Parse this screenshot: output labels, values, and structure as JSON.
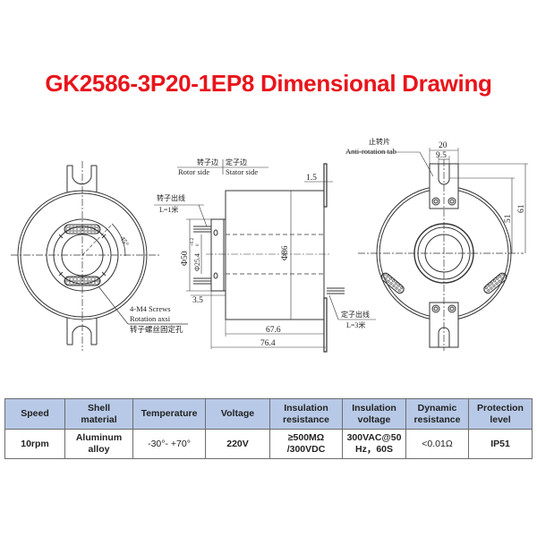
{
  "title": "GK2586-3P20-1EP8 Dimensional Drawing",
  "colors": {
    "title": "#e8141b",
    "table_header_bg": "#b7c9e6",
    "table_border": "#6d6d6d",
    "line": "#333333"
  },
  "drawing": {
    "left_view": {
      "angle_label": "45°",
      "screws_label_en": "4-M4 Screws",
      "rotation_label_en": "Rotation axsi",
      "screws_label_cn": "转子螺丝固定孔"
    },
    "side_view": {
      "rotor_side_cn": "转子边",
      "stator_side_cn": "定子边",
      "rotor_side_en": "Rotor side",
      "stator_side_en": "Stator side",
      "rotor_wire_cn": "转子出线",
      "rotor_wire_len": "L=1米",
      "stator_wire_cn": "定子出线",
      "stator_wire_len": "L=3米",
      "dim_flange": "1.5",
      "dim_outer_dia": "Φ86",
      "dim_rotor_dia": "Φ50",
      "dim_bore": "Φ25.4",
      "dim_bore_tol_upper": "+0.2",
      "dim_bore_tol_lower": "0",
      "dim_rotor_len": "3.5",
      "dim_body_len": "67.6",
      "dim_total_len": "76.4"
    },
    "right_view": {
      "tab_cn": "止转片",
      "tab_en": "Anti-rotation tab",
      "dim_tab_width": "20",
      "dim_slot_width": "9.5",
      "dim_51": "51",
      "dim_61": "61"
    }
  },
  "spec_table": {
    "headers": [
      "Speed",
      "Shell material",
      "Temperature",
      "Voltage",
      "Insulation resistance",
      "Insulation voltage",
      "Dynamic resistance",
      "Protection level"
    ],
    "header_lines": [
      [
        "Speed"
      ],
      [
        "Shell",
        "material"
      ],
      [
        "Temperature"
      ],
      [
        "Voltage"
      ],
      [
        "Insulation",
        "resistance"
      ],
      [
        "Insulation",
        "voltage"
      ],
      [
        "Dynamic",
        "resistance"
      ],
      [
        "Protection",
        "level"
      ]
    ],
    "row": [
      [
        "10rpm"
      ],
      [
        "Aluminum",
        "alloy"
      ],
      [
        "-30°- +70°"
      ],
      [
        "220V"
      ],
      [
        "≥500MΩ",
        "/300VDC"
      ],
      [
        "300VAC@50",
        "Hz，60S"
      ],
      [
        "<0.01Ω"
      ],
      [
        "IP51"
      ]
    ]
  }
}
